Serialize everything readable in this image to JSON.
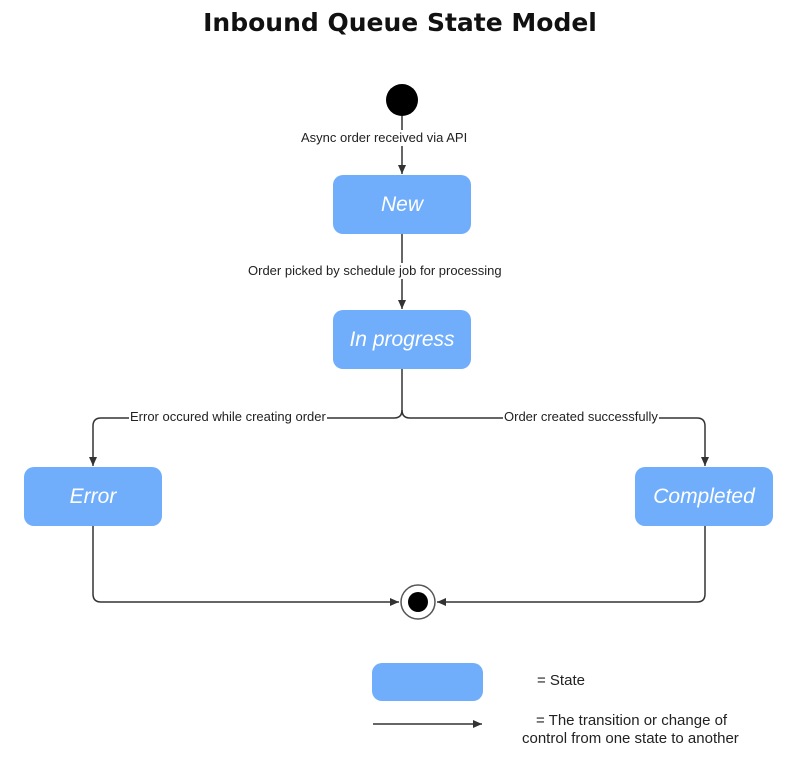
{
  "title": "Inbound Queue State Model",
  "states": {
    "new": "New",
    "in_progress": "In progress",
    "error": "Error",
    "completed": "Completed"
  },
  "transitions": {
    "start_to_new": "Async order received via API",
    "new_to_progress": "Order picked by schedule job for processing",
    "progress_to_error": "Error occured while creating order",
    "progress_to_completed": "Order created successfully"
  },
  "legend": {
    "state_text": "= State",
    "transition_text_line1": "= The transition or change of",
    "transition_text_line2": "control from one state to another"
  },
  "colors": {
    "state_fill": "#70aefc",
    "line": "#333333"
  }
}
